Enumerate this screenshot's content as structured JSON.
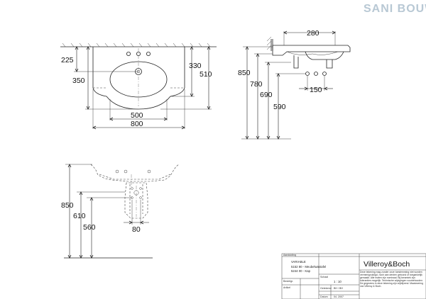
{
  "watermark": "SANI BOUW",
  "top_view": {
    "dim_225": "225",
    "dim_350": "350",
    "dim_330": "330",
    "dim_510": "510",
    "dim_500": "500",
    "dim_800": "800"
  },
  "side_view": {
    "dim_280": "280",
    "dim_850": "850",
    "dim_780": "780",
    "dim_690": "690",
    "dim_590": "590",
    "dim_150": "150"
  },
  "front_view": {
    "dim_850": "850",
    "dim_610": "610",
    "dim_560": "560",
    "dim_80": "80"
  },
  "title_block": {
    "header_label": "Aanduiding",
    "product_name": "VARIABLE",
    "line1": "5152 80 - Meubelwastafel",
    "line2": "5244 00 - Kap",
    "brand": "Villeroy&Boch",
    "scale_label": "Schaal",
    "scale": "1 : 10",
    "getekend_label": "Getekend",
    "initials": "BH / BH",
    "datum_label": "Datum",
    "date": "04. 2007",
    "left_label_1": "Bestelgr.",
    "left_label_2": "Artikel",
    "disclaimer": "Deze tekening mag zonder onze toestemming niet worden vermenigvuldigd, noch aan derden getoond of toegankelijk gemaakt. Alle maten zijn nominaal. Bij keramiek zijn toleranties mogelijk. Technische wijzigingen voorbehouden. De gegevens in deze tekening zijn vrijblijvend. Maatvoering van Villeroy & Boch."
  }
}
